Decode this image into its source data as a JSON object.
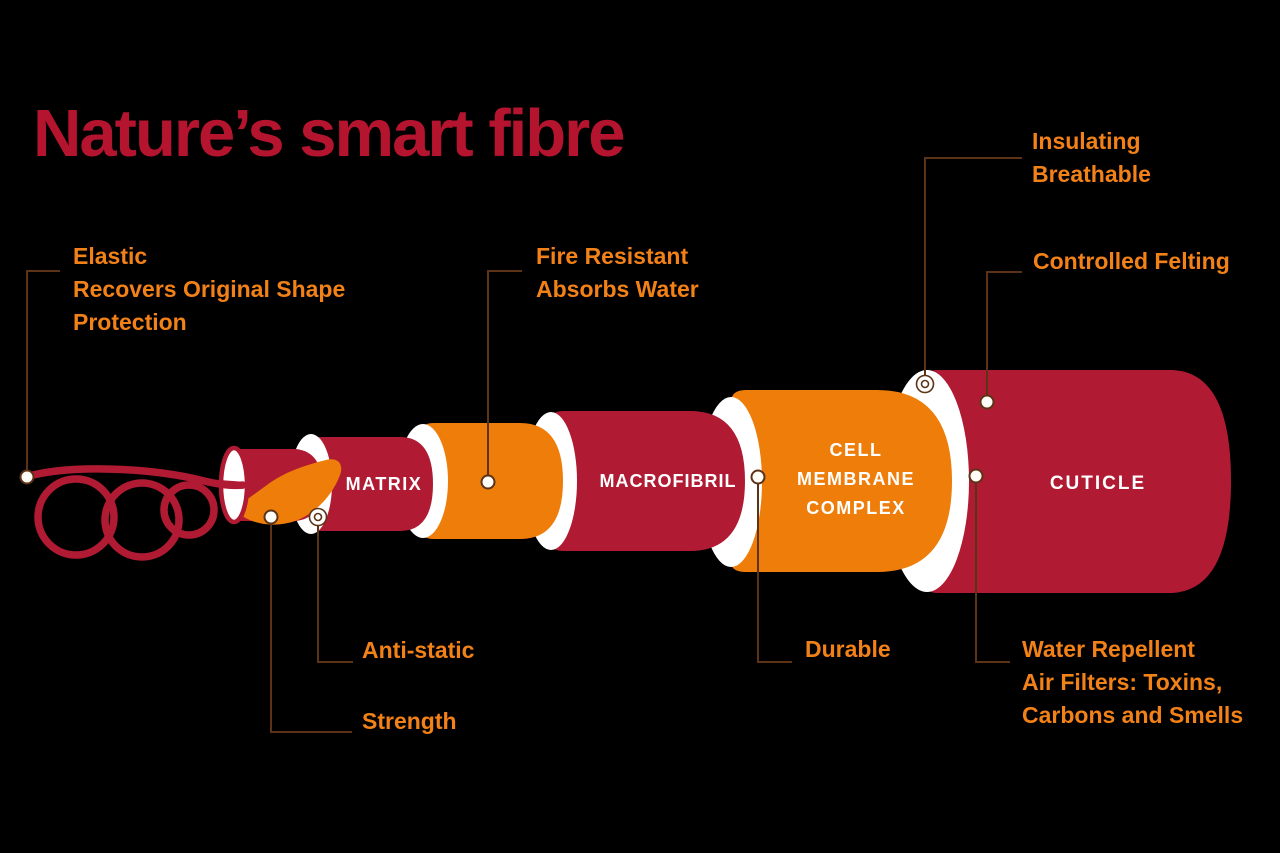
{
  "title": "Nature’s smart fibre",
  "colors": {
    "background": "#000000",
    "crimson": "#B01B33",
    "title_red": "#B5142F",
    "orange": "#EE7D0A",
    "callout_orange": "#F28118",
    "leader_brown": "#5C3317",
    "cylinder_label_white": "#FFFFFF"
  },
  "parts": {
    "matrix": {
      "label": "MATRIX"
    },
    "macrofibril": {
      "label": "MACROFIBRIL"
    },
    "cell_membrane_complex": {
      "lines": [
        "CELL",
        "MEMBRANE",
        "COMPLEX"
      ]
    },
    "cuticle": {
      "label": "CUTICLE"
    }
  },
  "callouts": {
    "elastic": {
      "lines": [
        "Elastic",
        "Recovers Original Shape",
        "Protection"
      ]
    },
    "fire_resistant": {
      "lines": [
        "Fire Resistant",
        "Absorbs Water"
      ]
    },
    "insulating": {
      "lines": [
        "Insulating",
        "Breathable"
      ]
    },
    "controlled_felting": {
      "lines": [
        "Controlled Felting"
      ]
    },
    "anti_static": {
      "lines": [
        "Anti-static"
      ]
    },
    "strength": {
      "lines": [
        "Strength"
      ]
    },
    "durable": {
      "lines": [
        "Durable"
      ]
    },
    "water_repellent": {
      "lines": [
        "Water Repellent",
        "Air Filters: Toxins,",
        "Carbons and Smells"
      ]
    }
  }
}
